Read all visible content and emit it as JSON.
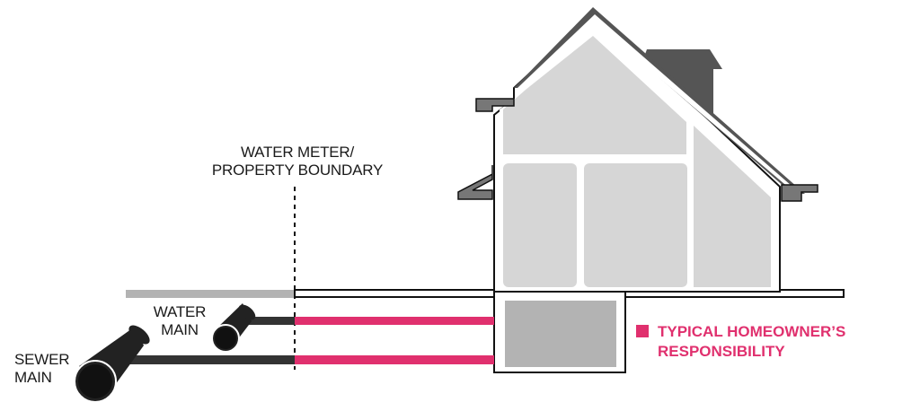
{
  "labels": {
    "meter_line1": "WATER METER/",
    "meter_line2": "PROPERTY BOUNDARY",
    "water_line1": "WATER",
    "water_line2": "MAIN",
    "sewer_line1": "SEWER",
    "sewer_line2": "MAIN"
  },
  "legend": {
    "line1": "TYPICAL HOMEOWNER’S",
    "line2": "RESPONSIBILITY",
    "color": "#e0306e"
  },
  "colors": {
    "public_pipe": "#333333",
    "private_pipe": "#e0306e",
    "house_fill": "#d6d6d6",
    "roof": "#555555",
    "public_ground": "#b3b3b3"
  }
}
